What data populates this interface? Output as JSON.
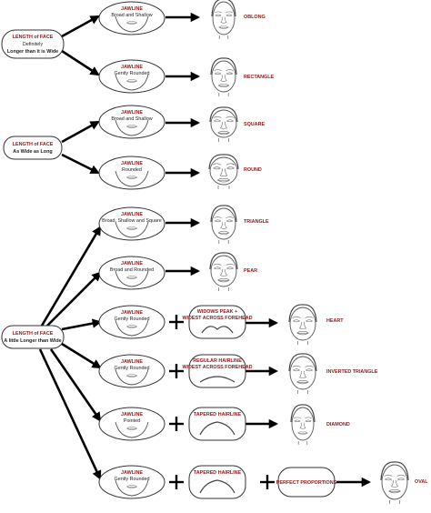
{
  "groups": [
    {
      "length_label": "LENGTH of FACE",
      "line2": "Definitely",
      "line3": "Longer than it is Wide"
    },
    {
      "length_label": "LENGTH of FACE",
      "line2": "As Wide as Long"
    },
    {
      "length_label": "LENGTH of FACE",
      "line2": "A little Longer than Wide"
    }
  ],
  "jawlines": [
    {
      "title": "JAWLINE",
      "desc": "Broad and Shallow"
    },
    {
      "title": "JAWLINE",
      "desc": "Gently Rounded"
    },
    {
      "title": "JAWLINE",
      "desc": "Broad and Shallow"
    },
    {
      "title": "JAWLINE",
      "desc": "Rounded"
    },
    {
      "title": "JAWLINE",
      "desc": "Broad, Shallow and Square"
    },
    {
      "title": "JAWLINE",
      "desc": "Broad and Rounded"
    },
    {
      "title": "JAWLINE",
      "desc": "Gently Rounded"
    },
    {
      "title": "JAWLINE",
      "desc": "Gently Rounded"
    },
    {
      "title": "JAWLINE",
      "desc": "Pointed"
    },
    {
      "title": "JAWLINE",
      "desc": "Gently Rounded"
    }
  ],
  "hairlines": [
    {
      "line1": "WIDOWS PEAK +",
      "line2": "WIDEST ACROSS FOREHEAD"
    },
    {
      "line1": "REGULAR HAIRLINE",
      "line2": "WIDEST ACROSS FOREHEAD"
    },
    {
      "line1": "TAPERED HAIRLINE"
    },
    {
      "line1": "TAPERED HAIRLINE"
    }
  ],
  "extra": {
    "label": "PERFECT PROPORTIONS"
  },
  "shapes": [
    "OBLONG",
    "RECTANGLE",
    "SQUARE",
    "ROUND",
    "TRIANGLE",
    "PEAR",
    "HEART",
    "INVERTED TRIANGLE",
    "DIAMOND",
    "OVAL"
  ],
  "colors": {
    "label_red": "#8b1a1a",
    "arrow": "#000000",
    "outline": "#333333"
  }
}
